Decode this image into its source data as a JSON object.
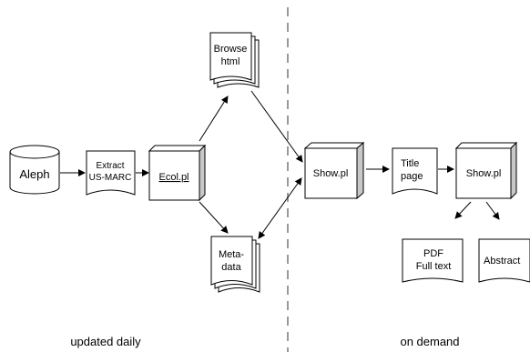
{
  "nodes": {
    "aleph": "Aleph",
    "extract": [
      "Extract",
      "US-MARC"
    ],
    "ecol": "Ecol.pl",
    "browse": [
      "Browse",
      "html"
    ],
    "metadata": [
      "Meta-",
      "data"
    ],
    "show1": "Show.pl",
    "title_page": [
      "Title",
      "page"
    ],
    "show2": "Show.pl",
    "pdf": [
      "PDF",
      "Full text"
    ],
    "abstract": "Abstract"
  },
  "captions": {
    "left": "updated daily",
    "right": "on demand"
  }
}
